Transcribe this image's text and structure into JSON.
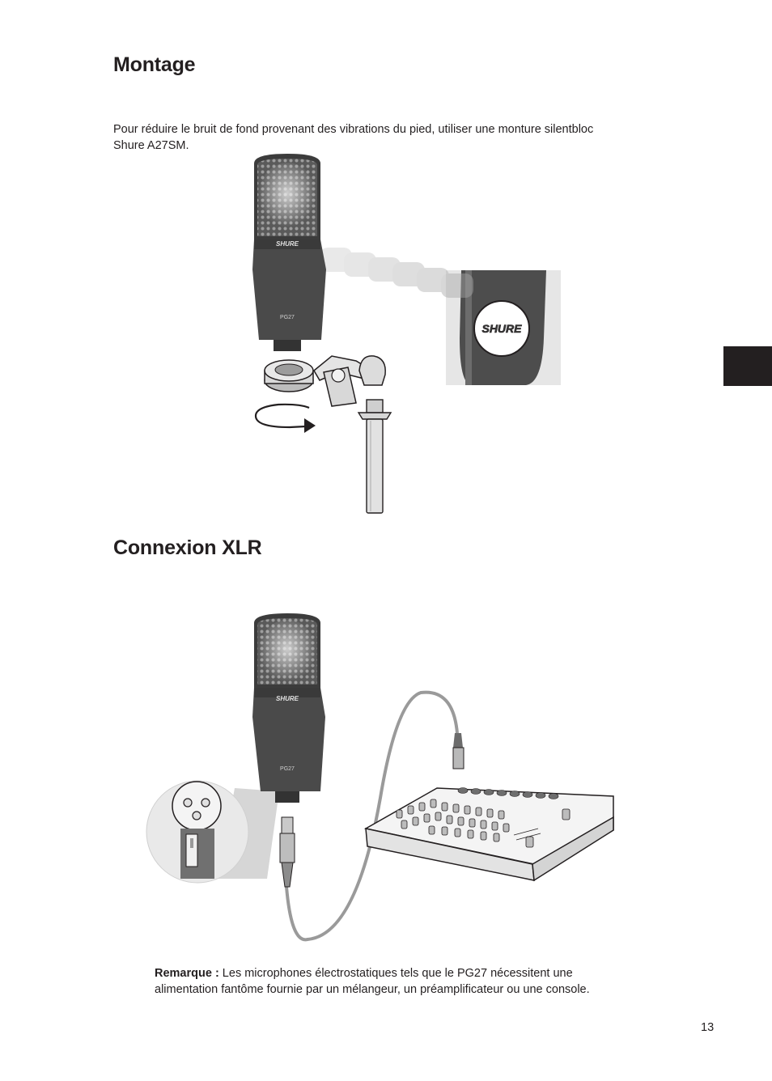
{
  "montage": {
    "title": "Montage",
    "text_line1": "Pour réduire le bruit de fond provenant des vibrations du pied, utiliser une monture silentbloc",
    "text_line2": "Shure A27SM.",
    "mic_brand": "SHURE",
    "mic_model": "PG27",
    "detail_brand": "SHURE"
  },
  "xlr": {
    "title": "Connexion XLR",
    "mic_brand": "SHURE",
    "mic_model": "PG27",
    "note_label": "Remarque :",
    "note_text1": " Les microphones électrostatiques tels que le PG27 nécessitent une",
    "note_text2": "alimentation fantôme fournie par un mélangeur, un préamplificateur ou une console."
  },
  "page_number": "13",
  "colors": {
    "text": "#231f20",
    "mic_body": "#4a4a4a",
    "cable": "#9a9a9a",
    "tab_marker": "#231f20"
  }
}
